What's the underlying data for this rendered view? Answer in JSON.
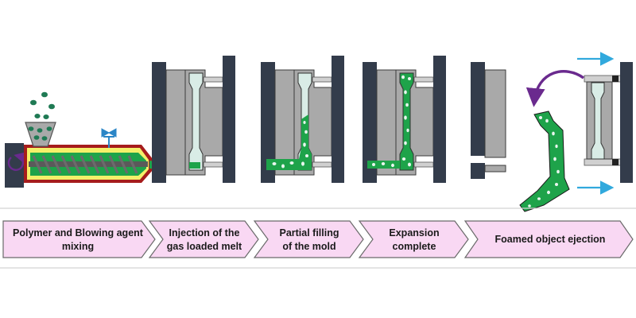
{
  "stages": [
    {
      "line1": "Polymer and Blowing agent",
      "line2": "mixing"
    },
    {
      "line1": "Injection of the",
      "line2": "gas loaded melt"
    },
    {
      "line1": "Partial filling",
      "line2": "of the mold"
    },
    {
      "line1": "Expansion",
      "line2": "complete"
    },
    {
      "line1": "Foamed object ejection",
      "line2": ""
    }
  ],
  "colors": {
    "platen": "#333c4b",
    "mold": "#a9a9a9",
    "mold_edge": "#3a3a3a",
    "cavity": "#d9ece6",
    "melt_green": "#1ea34a",
    "barrel_red": "#a61c1c",
    "barrel_yellow": "#f4f06a",
    "chevron_fill": "#f9d8f3",
    "chevron_stroke": "#6a6a6a",
    "arrow_blue": "#31a9dd",
    "arrow_purple": "#6a2a8e",
    "valve_blue": "#2b86c7"
  },
  "icons": [
    "hopper-icon",
    "valve-icon",
    "rotation-arrow-icon",
    "ejection-arrow-icon",
    "direction-arrow-icon"
  ]
}
